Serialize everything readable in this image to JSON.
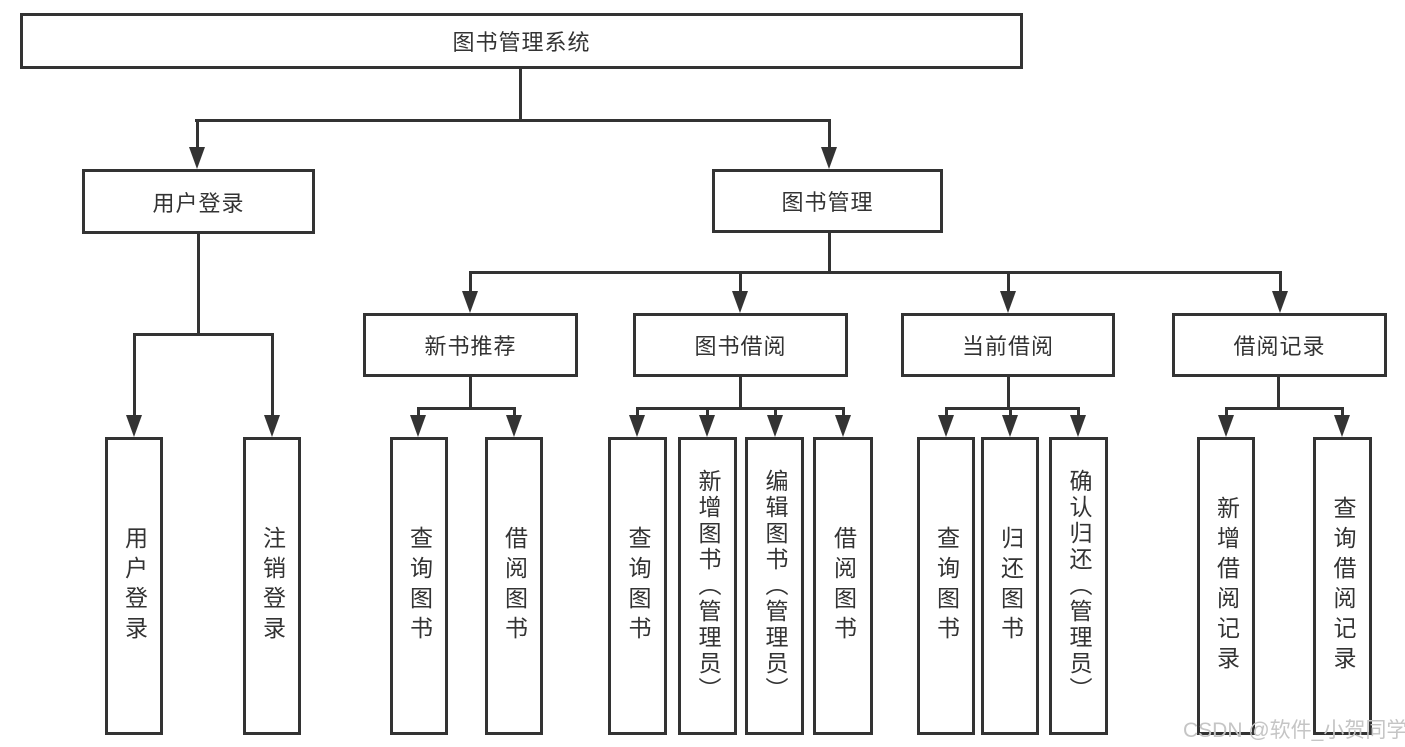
{
  "diagram": {
    "root": "图书管理系统",
    "user_login": {
      "label": "用户登录",
      "children": {
        "login": "用户登录",
        "logout": "注销登录"
      }
    },
    "book_management": {
      "label": "图书管理",
      "new_book_recommend": {
        "label": "新书推荐",
        "children": {
          "query_books": "查询图书",
          "borrow_books": "借阅图书"
        }
      },
      "book_borrowing": {
        "label": "图书借阅",
        "children": {
          "query_books": "查询图书",
          "add_books": "新增图书（管理员）",
          "edit_books": "编辑图书（管理员）",
          "borrow_books": "借阅图书"
        }
      },
      "current_borrowing": {
        "label": "当前借阅",
        "children": {
          "query_books": "查询图书",
          "return_books": "归还图书",
          "confirm_return": "确认归还（管理员）"
        }
      },
      "borrowing_records": {
        "label": "借阅记录",
        "children": {
          "add_record": "新增借阅记录",
          "query_record": "查询借阅记录"
        }
      }
    }
  },
  "watermark": "CSDN @软件_小贺同学",
  "colors": {
    "line": "#333333",
    "box_border": "#333333",
    "text": "#333333",
    "watermark": "#c5c5c5",
    "background": "#ffffff"
  }
}
